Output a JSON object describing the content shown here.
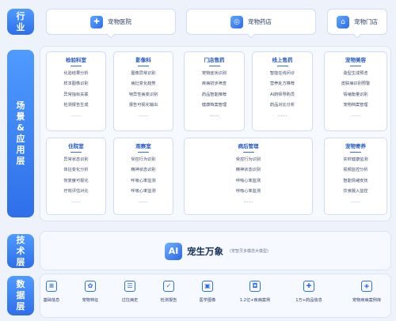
{
  "layers": {
    "industry": "行业",
    "scene": "场景&应用层",
    "tech": "技术层",
    "data": "数据层"
  },
  "industry_cards": [
    {
      "label": "宠物医院",
      "icon": "hospital-icon"
    },
    {
      "label": "宠物药店",
      "icon": "pharmacy-icon"
    },
    {
      "label": "宠物门店",
      "icon": "store-icon"
    }
  ],
  "scene_cards_row1": [
    {
      "title": "检验科室",
      "items": [
        "化验结果分析",
        "样本图像识别",
        "异常指标关联",
        "检测报告生成"
      ],
      "more": "……"
    },
    {
      "title": "影像科",
      "items": [
        "图像异常识别",
        "病灶变化趋势",
        "特异性病变识别",
        "报告可视化输出"
      ],
      "more": "……"
    },
    {
      "title": "门店售药",
      "items": [
        "宠物症状识别",
        "疾病初步筛查",
        "药品智能推荐",
        "健康档案管理"
      ],
      "more": "……"
    },
    {
      "title": "线上售药",
      "items": [
        "智能在线问诊",
        "营养处方推荐",
        "AI药师导购员",
        "药品对比分析"
      ],
      "more": "……"
    },
    {
      "title": "宠物美容",
      "items": [
        "造型生成预览",
        "皮肤病识别预警",
        "情绪衡量识别",
        "宠物档案管理"
      ],
      "more": "……"
    }
  ],
  "scene_cards_row2": [
    {
      "title": "住院室",
      "items": [
        "异常状态识别",
        "体征变化分析",
        "恢复度可视化",
        "疗效评估对比"
      ],
      "more": "……"
    },
    {
      "title": "观察室",
      "items": [
        "受控行为识别",
        "精神状态识别",
        "呼吸心率监测",
        "呼吸心率监测"
      ],
      "more": "……"
    },
    {
      "title": "病后管理",
      "items": [
        "受控行为识别",
        "精神状态识别",
        "呼吸心率监测",
        "呼吸心率监测"
      ],
      "more": "……"
    },
    {
      "title": "宠物寄养",
      "items": [
        "实时健康监测",
        "视频监控分析",
        "智能情绪安抚",
        "饮食摄入监控"
      ],
      "more": "……"
    }
  ],
  "tech": {
    "logo_glyph": "AI",
    "brand": "宠生万象",
    "subtitle": "(宠智灵多模态大模型)"
  },
  "data_items": [
    {
      "label": "基础信息",
      "icon": "document-icon",
      "glyph": "≡"
    },
    {
      "label": "宠物特征",
      "icon": "paw-icon",
      "glyph": "✿"
    },
    {
      "label": "过往病史",
      "icon": "history-icon",
      "glyph": "☰"
    },
    {
      "label": "检测报告",
      "icon": "clipboard-icon",
      "glyph": "✓"
    },
    {
      "label": "医学图像",
      "icon": "image-icon",
      "glyph": "▣"
    },
    {
      "label": "1.2亿+疾病案例",
      "icon": "disk-icon",
      "glyph": "◘"
    },
    {
      "label": "1万+药品信息",
      "icon": "medicine-icon",
      "glyph": "✚"
    },
    {
      "label": "宠物疾病案例库",
      "icon": "database-icon",
      "glyph": "◈"
    }
  ],
  "colors": {
    "accent": "#2f6fea",
    "accent_light": "#4f9bff",
    "background": "#eef3fb"
  }
}
